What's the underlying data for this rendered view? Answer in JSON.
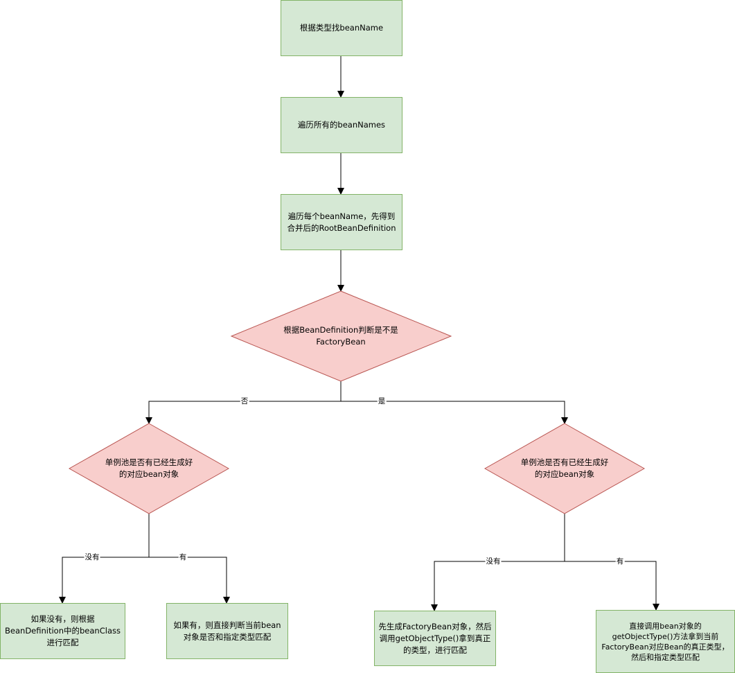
{
  "colors": {
    "process_fill": "#d5e8d4",
    "process_stroke": "#82b366",
    "decision_fill": "#f8cecc",
    "decision_stroke": "#b85450",
    "edge": "#000000"
  },
  "nodes": {
    "find_names": "根据类型找beanName",
    "iterate_names": "遍历所有的beanNames",
    "merge_definition": "遍历每个beanName，先得到合并后的RootBeanDefinition",
    "is_factory_bean": "根据BeanDefinition判断是不是FactoryBean",
    "singleton_check_left": "单例池是否有已经生成好的对应bean对象",
    "singleton_check_right": "单例池是否有已经生成好的对应bean对象",
    "left_no_result": "如果没有，则根据BeanDefinition中的beanClass进行匹配",
    "left_yes_result": "如果有，则直接判断当前bean对象是否和指定类型匹配",
    "right_no_result": "先生成FactoryBean对象，然后调用getObjectType()拿到真正的类型，进行匹配",
    "right_yes_result": "直接调用bean对象的getObjectType()方法拿到当前FactoryBean对应Bean的真正类型，然后和指定类型匹配"
  },
  "edge_labels": {
    "no_factory": "否",
    "yes_factory": "是",
    "left_none": "没有",
    "left_has": "有",
    "right_none": "没有",
    "right_has": "有"
  }
}
